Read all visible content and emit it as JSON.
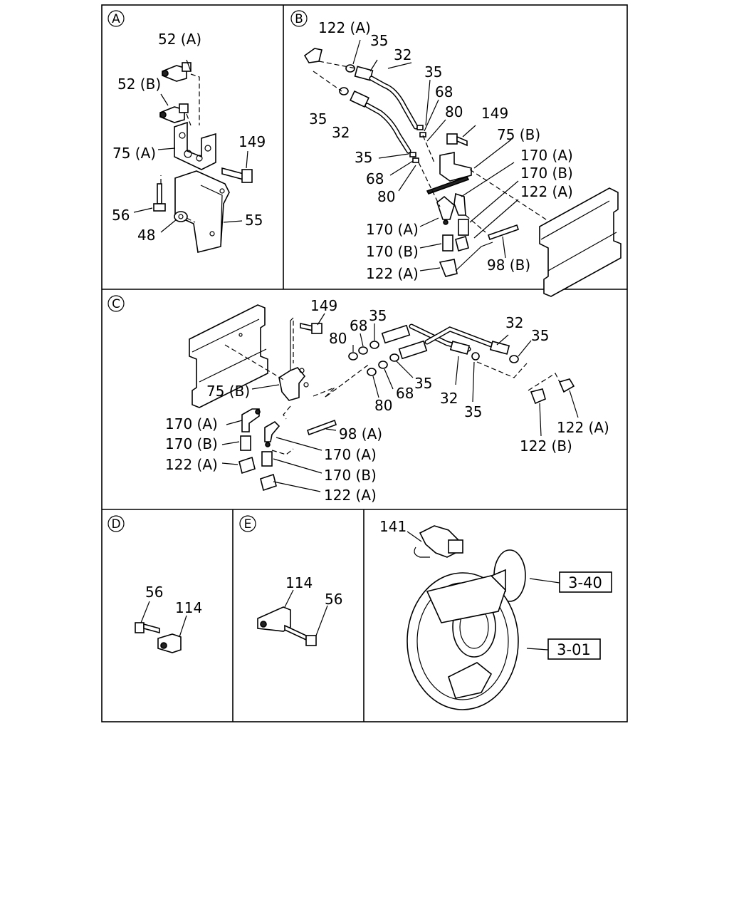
{
  "panels": {
    "A": {
      "id": "A",
      "labels": [
        "52 (A)",
        "52 (B)",
        "75 (A)",
        "149",
        "56",
        "48",
        "55"
      ]
    },
    "B": {
      "id": "B",
      "labels": [
        "122 (A)",
        "35",
        "32",
        "35",
        "68",
        "80",
        "149",
        "35",
        "32",
        "75 (B)",
        "35",
        "68",
        "80",
        "170 (A)",
        "170 (B)",
        "122 (A)",
        "170 (A)",
        "170 (B)",
        "122 (A)",
        "98 (B)"
      ]
    },
    "C": {
      "id": "C",
      "labels": [
        "149",
        "35",
        "68",
        "80",
        "32",
        "35",
        "75 (B)",
        "80",
        "68",
        "35",
        "32",
        "35",
        "98 (A)",
        "170 (A)",
        "170 (B)",
        "122 (A)",
        "170 (A)",
        "170 (B)",
        "122 (A)",
        "122 (A)",
        "122 (B)"
      ]
    },
    "D": {
      "id": "D",
      "labels": [
        "56",
        "114"
      ]
    },
    "E": {
      "id": "E",
      "labels": [
        "114",
        "56"
      ]
    },
    "F": {
      "labels": [
        "141"
      ],
      "refs": [
        "3-40",
        "3-01"
      ]
    }
  }
}
